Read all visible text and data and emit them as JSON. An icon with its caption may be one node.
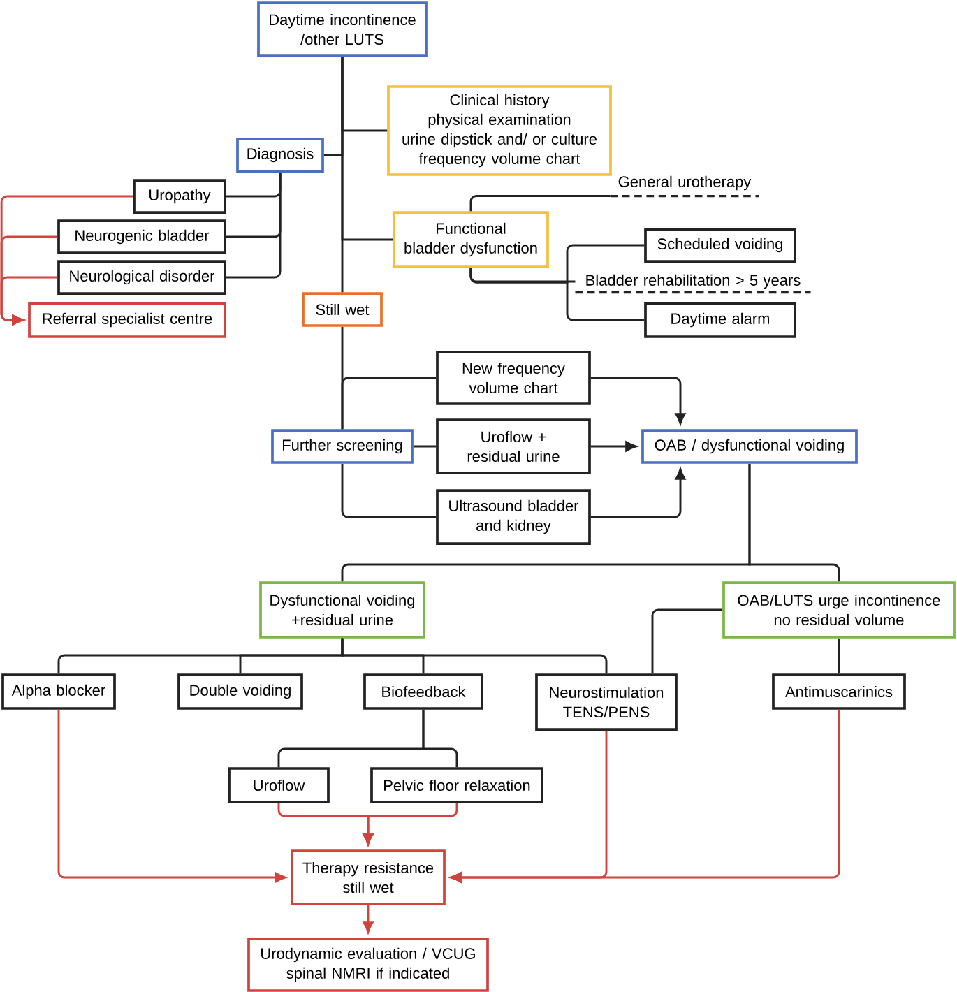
{
  "diagram": {
    "nodes": [
      {
        "text": [
          "Daytime incontinence /other LUTS"
        ]
      },
      {
        "text": [
          "Clinical history physical examination urine dipstick and/ or culture frequency volume chart"
        ]
      },
      {
        "text": [
          "Diagnosis"
        ]
      },
      {
        "text": [
          "Uropathy"
        ]
      },
      {
        "text": [
          "Neurogenic bladder"
        ]
      },
      {
        "text": [
          "Neurological disorder"
        ]
      },
      {
        "text": [
          "Referral specialist centre"
        ]
      },
      {
        "text": [
          "Functional bladder dysfunction"
        ]
      },
      {
        "text": [
          "General urotherapy"
        ]
      },
      {
        "text": [
          "Scheduled voiding"
        ]
      },
      {
        "text": [
          "Bladder rehabilitation > 5 years"
        ]
      },
      {
        "text": [
          "Daytime alarm"
        ]
      },
      {
        "text": [
          "Still wet"
        ]
      },
      {
        "text": [
          "Further screening"
        ]
      },
      {
        "text": [
          "New frequency volume chart"
        ]
      },
      {
        "text": [
          "Uroflow + residual urine"
        ]
      },
      {
        "text": [
          "Ultrasound bladder and kidney"
        ]
      },
      {
        "text": [
          "OAB / dysfunctional voiding"
        ]
      },
      {
        "text": [
          "Dysfunctional voiding +residual urine"
        ]
      },
      {
        "text": [
          "OAB/LUTS urge incontinence no residual volume"
        ]
      },
      {
        "text": [
          "Alpha blocker"
        ]
      },
      {
        "text": [
          "Double voiding"
        ]
      },
      {
        "text": [
          "Biofeedback"
        ]
      },
      {
        "text": [
          "Neurostimulation TENS/PENS"
        ]
      },
      {
        "text": [
          "Antimuscarinics"
        ]
      },
      {
        "text": [
          "Uroflow"
        ]
      },
      {
        "text": [
          "Pelvic floor relaxation"
        ]
      },
      {
        "text": [
          "Therapy resistance still wet"
        ]
      },
      {
        "text": [
          "Urodynamic evaluation / VCUG spinal NMRI if indicated"
        ]
      }
    ],
    "edges": [
      {
        "from": 0,
        "to": 1,
        "arrow": "none"
      },
      {
        "from": 0,
        "to": 2,
        "arrow": "none"
      },
      {
        "from": 0,
        "to": 7,
        "arrow": "none"
      },
      {
        "from": 0,
        "to": 12,
        "arrow": "none"
      },
      {
        "from": 2,
        "to": 3,
        "arrow": "none"
      },
      {
        "from": 2,
        "to": 4,
        "arrow": "none"
      },
      {
        "from": 2,
        "to": 5,
        "arrow": "none"
      },
      {
        "from": 3,
        "to": 6,
        "arrow": "to",
        "color": "#d0443e"
      },
      {
        "from": 4,
        "to": 6,
        "arrow": "to",
        "color": "#d0443e"
      },
      {
        "from": 5,
        "to": 6,
        "arrow": "to",
        "color": "#d0443e"
      },
      {
        "from": 7,
        "to": 8,
        "arrow": "none"
      },
      {
        "from": 7,
        "to": 9,
        "arrow": "none"
      },
      {
        "from": 7,
        "to": 10,
        "arrow": "none"
      },
      {
        "from": 7,
        "to": 11,
        "arrow": "none"
      },
      {
        "from": 12,
        "to": 13,
        "arrow": "none"
      },
      {
        "from": 13,
        "to": 14,
        "arrow": "none"
      },
      {
        "from": 13,
        "to": 15,
        "arrow": "none"
      },
      {
        "from": 13,
        "to": 16,
        "arrow": "none"
      },
      {
        "from": 14,
        "to": 17,
        "arrow": "to"
      },
      {
        "from": 15,
        "to": 17,
        "arrow": "to"
      },
      {
        "from": 16,
        "to": 17,
        "arrow": "to"
      },
      {
        "from": 17,
        "to": 18,
        "arrow": "none"
      },
      {
        "from": 17,
        "to": 19,
        "arrow": "none"
      },
      {
        "from": 18,
        "to": 20,
        "arrow": "none"
      },
      {
        "from": 18,
        "to": 21,
        "arrow": "none"
      },
      {
        "from": 18,
        "to": 22,
        "arrow": "none"
      },
      {
        "from": 18,
        "to": 23,
        "arrow": "none"
      },
      {
        "from": 19,
        "to": 23,
        "arrow": "none"
      },
      {
        "from": 19,
        "to": 24,
        "arrow": "none"
      },
      {
        "from": 22,
        "to": 25,
        "arrow": "none"
      },
      {
        "from": 22,
        "to": 26,
        "arrow": "none"
      },
      {
        "from": 20,
        "to": 27,
        "arrow": "to",
        "color": "#d0443e"
      },
      {
        "from": 25,
        "to": 27,
        "arrow": "to",
        "color": "#d0443e"
      },
      {
        "from": 26,
        "to": 27,
        "arrow": "to",
        "color": "#d0443e"
      },
      {
        "from": 23,
        "to": 27,
        "arrow": "to",
        "color": "#d0443e"
      },
      {
        "from": 24,
        "to": 27,
        "arrow": "to",
        "color": "#d0443e"
      },
      {
        "from": 27,
        "to": 28,
        "arrow": "to",
        "color": "#d0443e"
      }
    ]
  }
}
